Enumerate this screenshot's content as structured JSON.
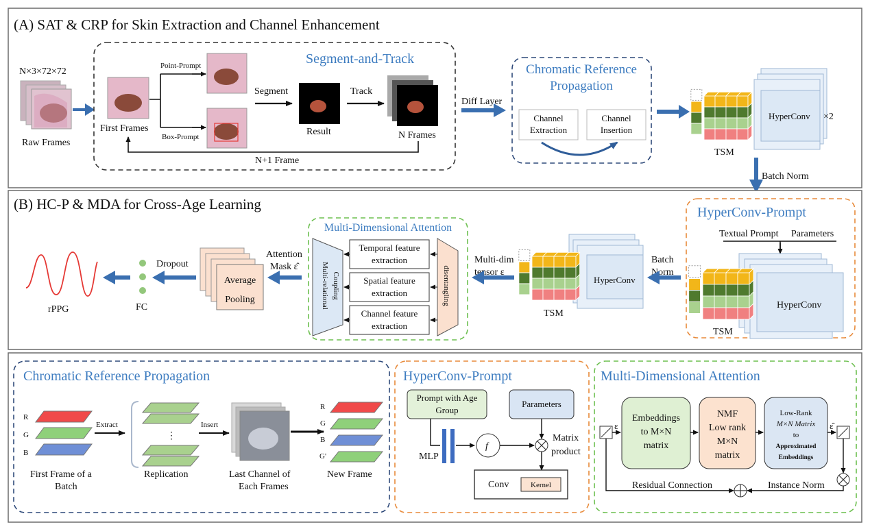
{
  "panel_a": {
    "title": "(A) SAT & CRP for Skin Extraction and Channel Enhancement",
    "input_dims": "N×3×72×72",
    "raw_frames": "Raw Frames",
    "segment_and_track": "Segment-and-Track",
    "first_frames": "First Frames",
    "point_prompt": "Point-Prompt",
    "box_prompt": "Box-Prompt",
    "segment": "Segment",
    "result": "Result",
    "track": "Track",
    "n_frames": "N Frames",
    "n1_frame": "N+1 Frame",
    "diff_layer": "Diff Layer",
    "crp_title_line1": "Chromatic Reference",
    "crp_title_line2": "Propagation",
    "channel_extraction_line1": "Channel",
    "channel_extraction_line2": "Extraction",
    "channel_insertion_line1": "Channel",
    "channel_insertion_line2": "Insertion",
    "hyperconv": "HyperConv",
    "times_two": "×2",
    "tsm": "TSM",
    "batch_norm": "Batch Norm"
  },
  "panel_b": {
    "title": "(B) HC-P & MDA for Cross-Age Learning",
    "hcp_title": "HyperConv-Prompt",
    "textual_prompt": "Textual Prompt",
    "parameters": "Parameters",
    "hyperconv": "HyperConv",
    "tsm": "TSM",
    "batch_norm_line1": "Batch",
    "batch_norm_line2": "Norm",
    "multi_dim_line1": "Multi-dim",
    "multi_dim_line2": "tensor ε",
    "mda_title": "Multi-Dimensional Attention",
    "temporal_line1": "Temporal feature",
    "temporal_line2": "extraction",
    "spatial_line1": "Spatial feature",
    "spatial_line2": "extraction",
    "channel_line1": "Channel feature",
    "channel_line2": "extraction",
    "disentangling": "disentangling",
    "coupling_line1": "Multi-relational",
    "coupling_line2": "Coupling",
    "attn_mask_line1": "Attention",
    "attn_mask_line2": "Mask ε̂",
    "avg_pool_line1": "Average",
    "avg_pool_line2": "Pooling",
    "dropout": "Dropout",
    "fc": "FC",
    "rppg": "rPPG"
  },
  "panel_c": {
    "crp_title": "Chromatic Reference Propagation",
    "r": "R",
    "g": "G",
    "b": "B",
    "g_prime": "G'",
    "extract": "Extract",
    "insert": "Insert",
    "ellipsis": "⋮",
    "first_frame_line1": "First Frame of a",
    "first_frame_line2": "Batch",
    "replication": "Replication",
    "last_channel_line1": "Last Channel of",
    "last_channel_line2": "Each Frames",
    "new_frame": "New Frame",
    "hcp_title": "HyperConv-Prompt",
    "prompt_age_line1": "Prompt with Age",
    "prompt_age_line2": "Group",
    "parameters": "Parameters",
    "f": "f",
    "mlp": "MLP",
    "matrix_line1": "Matrix",
    "matrix_line2": "product",
    "conv": "Conv",
    "kernel": "Kernel",
    "mda_title": "Multi-Dimensional Attention",
    "epsilon": "ε",
    "epsilon_hat": "ε̂",
    "emb_line1": "Embeddings",
    "emb_line2": "to M×N",
    "emb_line3": "matrix",
    "nmf_line1": "NMF",
    "nmf_line2": "Low rank",
    "nmf_line3": "M×N",
    "nmf_line4": "matrix",
    "lowrank_line1": "Low-Rank",
    "lowrank_line2": "M×N Matrix",
    "lowrank_line3": "to",
    "lowrank_line4": "Approximated",
    "lowrank_line5": "Embeddings",
    "residual": "Residual Connection",
    "instance_norm": "Instance Norm"
  },
  "colors": {
    "arrow_blue": "#3a6fb0",
    "title_blue": "#3d7cc0",
    "dash_navy": "#2f4a7a",
    "dash_orange": "#e88a3a",
    "dash_green": "#6cbf4f",
    "cube_yellow": "#f2b619",
    "cube_green_dark": "#4f7a2e",
    "cube_green_light": "#a9d18e",
    "cube_red": "#f08080",
    "hyperconv_fill": "#dce8f5",
    "plane_red": "#f04a4a",
    "plane_green": "#8fd07a",
    "plane_blue": "#6f8fd6",
    "emb_green": "#dff0d3",
    "nmf_peach": "#fce2cf",
    "lowrank_blue": "#dbe6f3",
    "prompt_green": "#e3f1d9",
    "param_blue": "#d9e5f4",
    "mlp_blue": "#3d6cc0",
    "kernel_fill": "#fbe3d2",
    "rppg_red": "#e53935",
    "fc_green": "#93c77b"
  }
}
